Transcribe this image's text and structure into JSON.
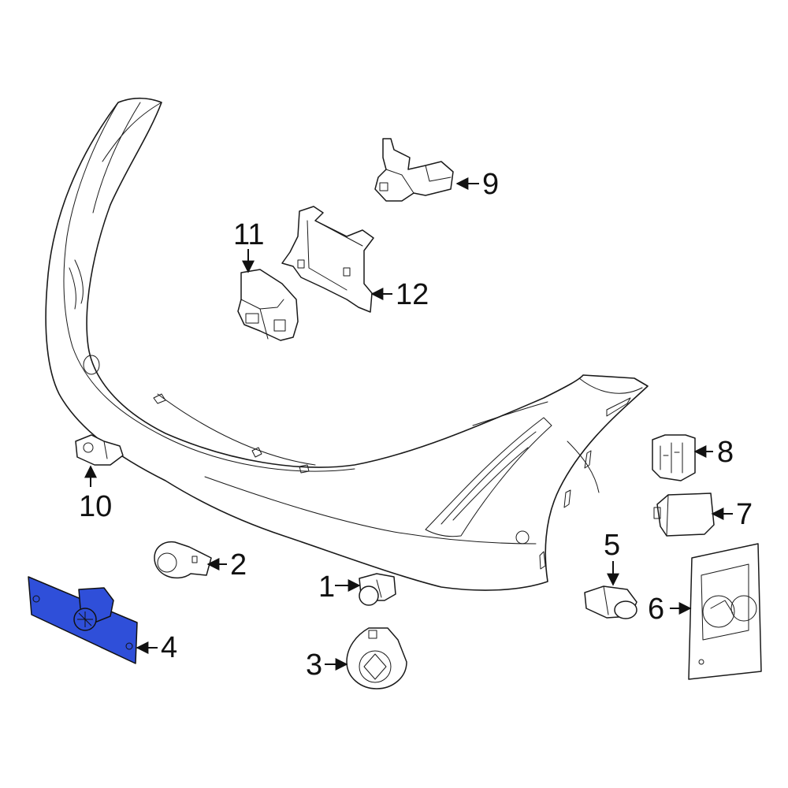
{
  "callouts": [
    {
      "id": "1",
      "text": "1"
    },
    {
      "id": "2",
      "text": "2"
    },
    {
      "id": "3",
      "text": "3"
    },
    {
      "id": "4",
      "text": "4"
    },
    {
      "id": "5",
      "text": "5"
    },
    {
      "id": "6",
      "text": "6"
    },
    {
      "id": "7",
      "text": "7"
    },
    {
      "id": "8",
      "text": "8"
    },
    {
      "id": "9",
      "text": "9"
    },
    {
      "id": "10",
      "text": "10"
    },
    {
      "id": "11",
      "text": "11"
    },
    {
      "id": "12",
      "text": "12"
    }
  ],
  "highlight_color": "#2f4fd9",
  "highlighted_part": "4"
}
